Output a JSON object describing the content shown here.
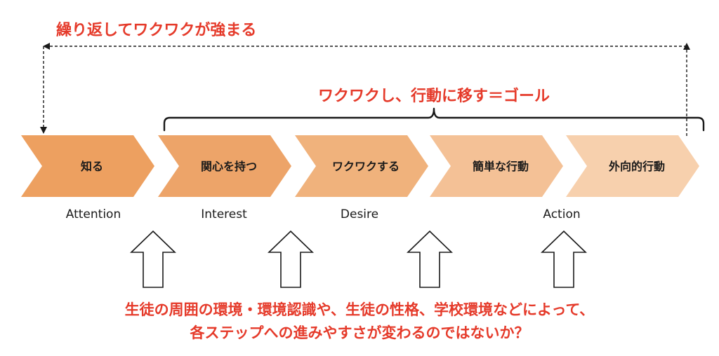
{
  "loop_title": "繰り返してワクワクが強まる",
  "goal_title": "ワクワクし、行動に移す＝ゴール",
  "steps": [
    {
      "label": "知る",
      "color": "#eda060"
    },
    {
      "label": "関心を持つ",
      "color": "#eda469"
    },
    {
      "label": "ワクワクする",
      "color": "#f0b27c"
    },
    {
      "label": "簡単な行動",
      "color": "#f4c196"
    },
    {
      "label": "外向的行動",
      "color": "#f7d0ad"
    }
  ],
  "stage_labels": {
    "attention": "Attention",
    "interest": "Interest",
    "desire": "Desire",
    "action": "Action"
  },
  "question_lines": [
    "生徒の周囲の環境・環境認識や、生徒の性格、学校環境などによって、",
    "各ステップへの進みやすさが変わるのではないか？"
  ],
  "colors": {
    "accent_red": "#e53a2a",
    "text": "#1a1a1a"
  }
}
